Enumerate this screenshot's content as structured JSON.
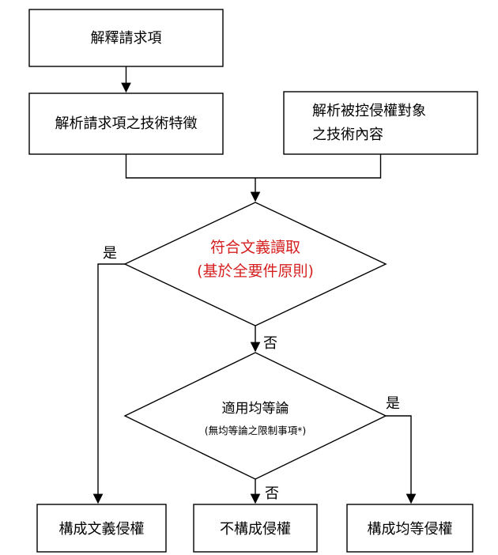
{
  "nodes": {
    "interpret_claims": "解釋請求項",
    "analyze_claim_features": "解析請求項之技術特徵",
    "analyze_accused_line1": "解析被控侵權對象",
    "analyze_accused_line2": "之技術內容",
    "literal_reading_line1": "符合文義讀取",
    "literal_reading_line2": "(基於全要件原則)",
    "doctrine_equivalents_line1": "適用均等論",
    "doctrine_equivalents_line2": "(無均等論之限制事項*)",
    "literal_infringement": "構成文義侵權",
    "no_infringement": "不構成侵權",
    "equivalent_infringement": "構成均等侵權"
  },
  "edge_labels": {
    "literal_yes": "是",
    "literal_no": "否",
    "equivalents_yes": "是",
    "equivalents_no": "否"
  },
  "colors": {
    "line": "#000000",
    "highlight_text": "#d62020"
  }
}
